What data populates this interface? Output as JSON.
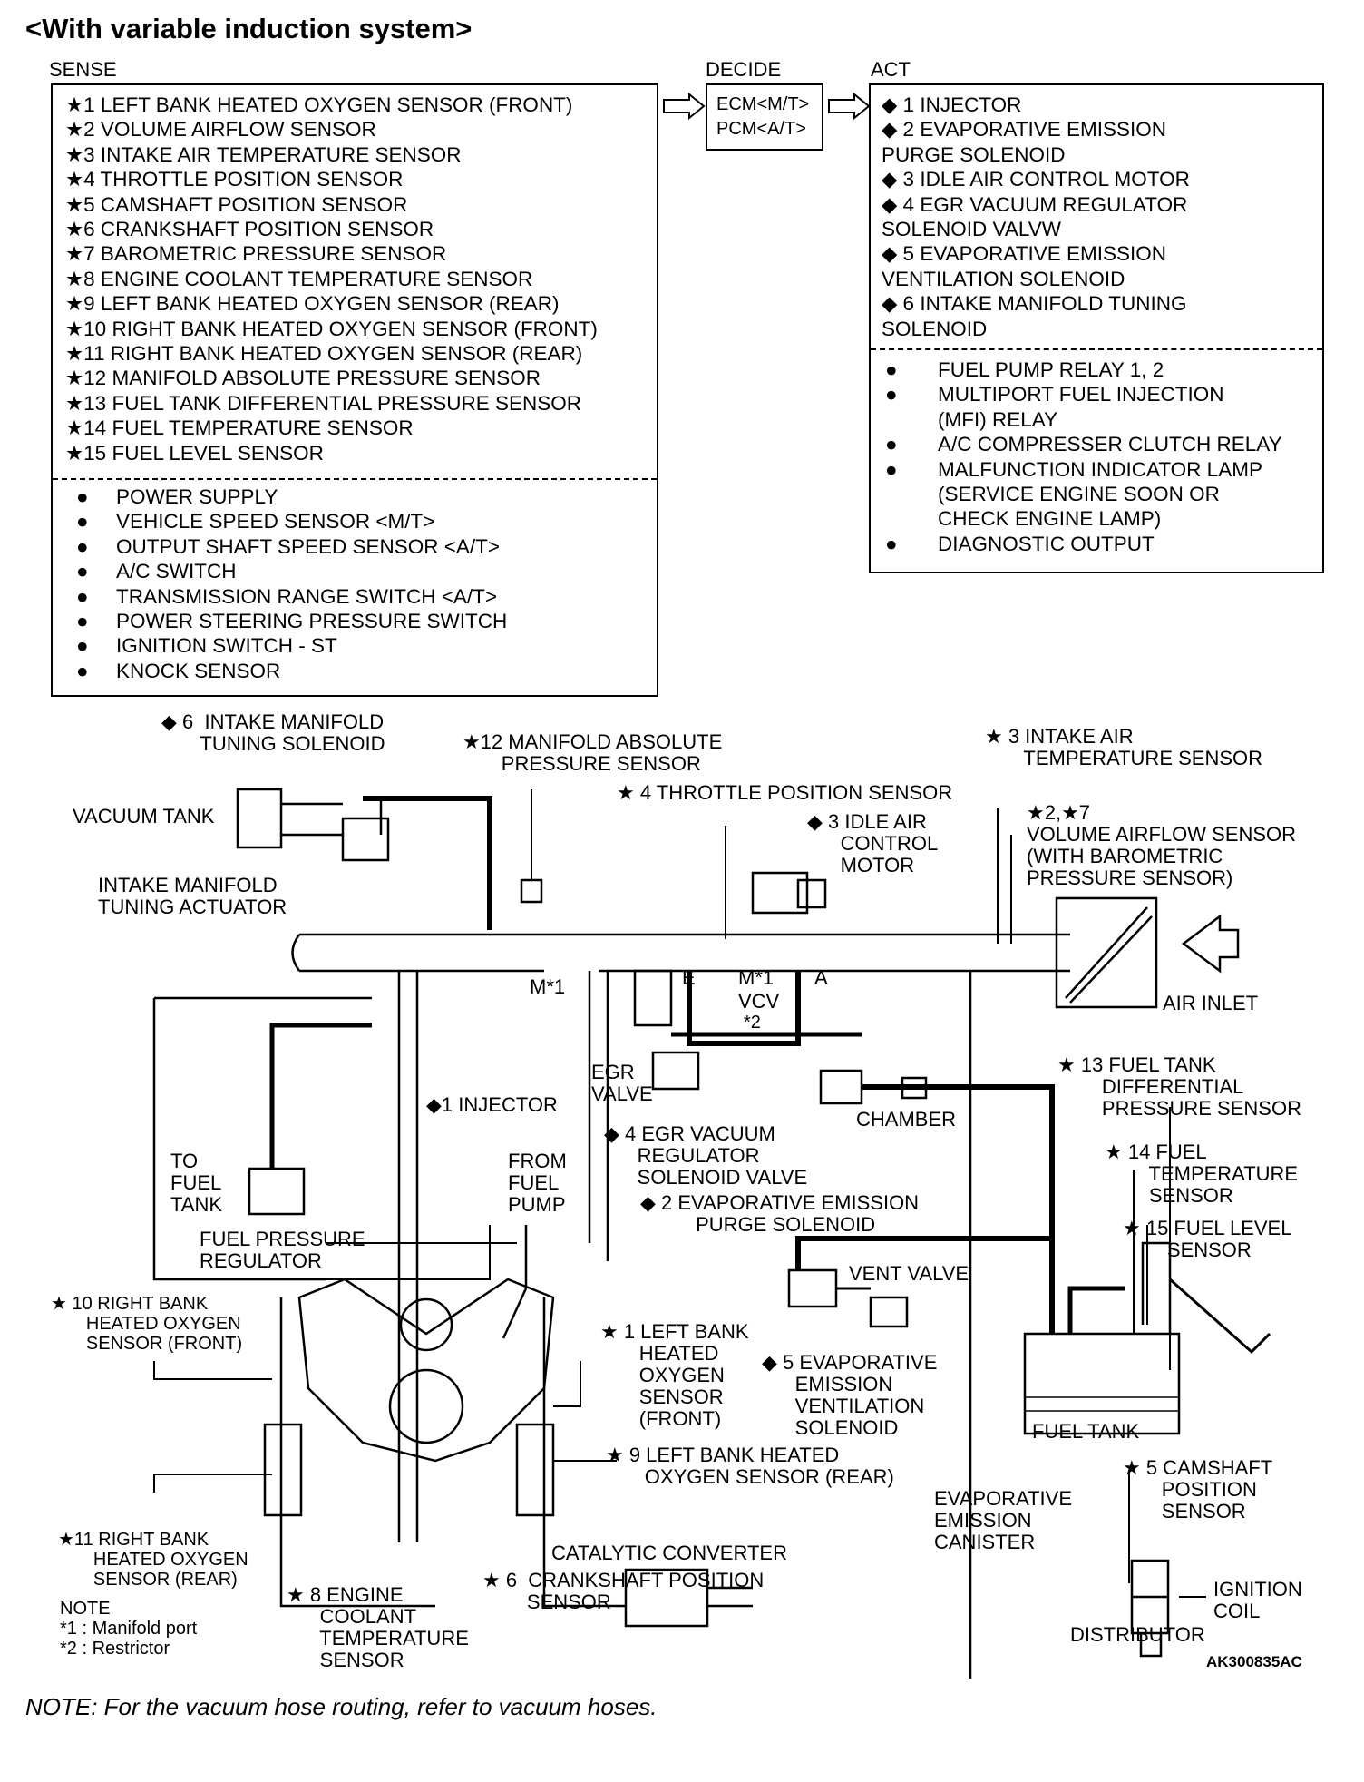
{
  "title": "<With variable induction system>",
  "sense": {
    "header": "SENSE",
    "sensors": [
      "★1  LEFT BANK HEATED OXYGEN SENSOR (FRONT)",
      "★2  VOLUME AIRFLOW SENSOR",
      "★3  INTAKE AIR TEMPERATURE SENSOR",
      "★4  THROTTLE POSITION SENSOR",
      "★5  CAMSHAFT POSITION SENSOR",
      "★6  CRANKSHAFT POSITION SENSOR",
      "★7  BAROMETRIC PRESSURE SENSOR",
      "★8  ENGINE COOLANT TEMPERATURE SENSOR",
      "★9  LEFT BANK HEATED OXYGEN SENSOR (REAR)",
      "★10 RIGHT BANK HEATED OXYGEN SENSOR (FRONT)",
      "★11 RIGHT BANK HEATED OXYGEN SENSOR (REAR)",
      "★12 MANIFOLD ABSOLUTE PRESSURE SENSOR",
      "★13 FUEL TANK DIFFERENTIAL PRESSURE SENSOR",
      "★14 FUEL TEMPERATURE SENSOR",
      "★15 FUEL LEVEL SENSOR"
    ],
    "inputs": [
      "POWER SUPPLY",
      "VEHICLE SPEED SENSOR <M/T>",
      "OUTPUT SHAFT SPEED SENSOR <A/T>",
      "A/C SWITCH",
      "TRANSMISSION RANGE SWITCH <A/T>",
      "POWER STEERING PRESSURE SWITCH",
      "IGNITION SWITCH - ST",
      "KNOCK SENSOR"
    ]
  },
  "decide": {
    "header": "DECIDE",
    "line1": "ECM<M/T>",
    "line2": "PCM<A/T>"
  },
  "act": {
    "header": "ACT",
    "actuators": [
      "◆ 1   INJECTOR",
      "◆ 2   EVAPORATIVE EMISSION",
      "         PURGE SOLENOID",
      "◆ 3   IDLE AIR CONTROL MOTOR",
      "◆ 4   EGR VACUUM REGULATOR",
      "         SOLENOID VALVW",
      "◆ 5   EVAPORATIVE EMISSION",
      "         VENTILATION SOLENOID",
      "◆ 6   INTAKE MANIFOLD TUNING",
      "         SOLENOID"
    ],
    "outputs": [
      "FUEL PUMP RELAY 1, 2",
      "MULTIPORT FUEL INJECTION",
      "(MFI) RELAY",
      "A/C COMPRESSER CLUTCH RELAY",
      "MALFUNCTION INDICATOR LAMP",
      "(SERVICE ENGINE SOON OR",
      " CHECK ENGINE LAMP)",
      "DIAGNOSTIC OUTPUT"
    ]
  },
  "labels": {
    "tuning_solenoid": "◆ 6  INTAKE MANIFOLD\n       TUNING SOLENOID",
    "map_sensor": "★12 MANIFOLD ABSOLUTE\n       PRESSURE SENSOR",
    "tps": "★ 4 THROTTLE POSITION SENSOR",
    "iat": "★ 3 INTAKE AIR\n       TEMPERATURE SENSOR",
    "vaf": "★2,★7\nVOLUME AIRFLOW SENSOR\n(WITH BAROMETRIC\nPRESSURE SENSOR)",
    "iac": "◆ 3 IDLE AIR\n      CONTROL\n      MOTOR",
    "vacuum_tank": "VACUUM TANK",
    "tuning_actuator": "INTAKE MANIFOLD\nTUNING ACTUATOR",
    "m1_left": "M*1",
    "port_e": "E",
    "m1_right": "M*1",
    "port_a": "A",
    "vcv": "VCV",
    "restrictor_mark": "*2",
    "air_inlet": "AIR INLET",
    "egr_valve": "EGR\nVALVE",
    "injector": "◆1 INJECTOR",
    "egr_solenoid": "◆ 4 EGR VACUUM\n      REGULATOR\n      SOLENOID VALVE",
    "chamber": "CHAMBER",
    "purge_solenoid": "◆ 2 EVAPORATIVE EMISSION\n          PURGE SOLENOID",
    "to_fuel_tank": "TO\nFUEL\nTANK",
    "from_fuel_pump": "FROM\nFUEL\nPUMP",
    "fuel_pressure_regulator": "FUEL PRESSURE\nREGULATOR",
    "fuel_tank_diff": "★ 13 FUEL TANK\n        DIFFERENTIAL\n        PRESSURE SENSOR",
    "fuel_temp": "★ 14 FUEL\n        TEMPERATURE\n        SENSOR",
    "fuel_level": "★ 15 FUEL LEVEL\n        SENSOR",
    "vent_valve": "VENT VALVE",
    "ventilation_solenoid": "◆ 5 EVAPORATIVE\n      EMISSION\n      VENTILATION\n      SOLENOID",
    "fuel_tank": "FUEL TANK",
    "rb_front": "★ 10 RIGHT BANK\n       HEATED OXYGEN\n       SENSOR (FRONT)",
    "lb_front": "★ 1 LEFT BANK\n       HEATED\n       OXYGEN\n       SENSOR\n       (FRONT)",
    "lb_rear": "★ 9 LEFT BANK HEATED\n       OXYGEN SENSOR (REAR)",
    "rb_rear": "★11 RIGHT BANK\n       HEATED OXYGEN\n       SENSOR (REAR)",
    "catalytic": "CATALYTIC CONVERTER",
    "ect": "★ 8 ENGINE\n      COOLANT\n      TEMPERATURE\n      SENSOR",
    "ckp": "★ 6  CRANKSHAFT POSITION\n        SENSOR",
    "canister": "EVAPORATIVE\nEMISSION\nCANISTER",
    "cmp": "★ 5 CAMSHAFT\n       POSITION\n       SENSOR",
    "ignition_coil": "IGNITION\nCOIL",
    "distributor": "DISTRIBUTOR",
    "note_block": "NOTE\n*1 : Manifold port\n*2 : Restrictor",
    "figure_code": "AK300835AC"
  },
  "footer_note": "NOTE: For the vacuum hose routing, refer to vacuum hoses."
}
